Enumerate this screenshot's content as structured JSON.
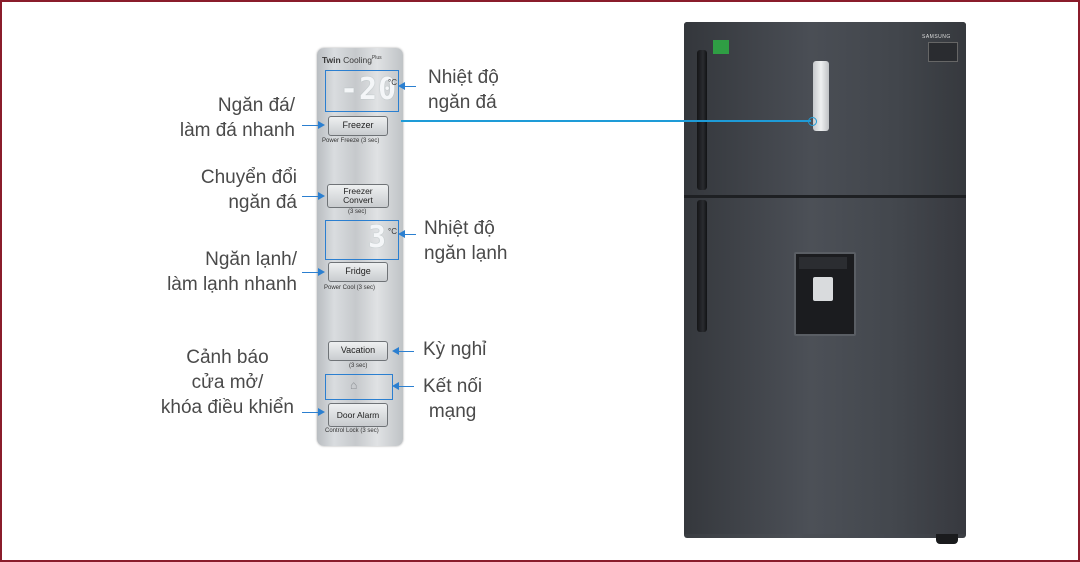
{
  "panel": {
    "brand_bold": "Twin",
    "brand_rest": " Cooling",
    "brand_sup": "Plus",
    "freezer_temp": "-20",
    "fridge_temp": "3",
    "degree": "°C",
    "buttons": {
      "freezer": "Freezer",
      "freezer_sub": "Power Freeze (3 sec)",
      "freezer_convert": "Freezer Convert",
      "freezer_convert_sub": "(3 sec)",
      "fridge": "Fridge",
      "fridge_sub": "Power Cool (3 sec)",
      "vacation": "Vacation",
      "vacation_sub": "(3 sec)",
      "door_alarm": "Door Alarm",
      "door_alarm_sub": "Control Lock (3 sec)"
    }
  },
  "labels": {
    "freezer_quick_1": "Ngăn đá/",
    "freezer_quick_2": "làm đá nhanh",
    "convert_1": "Chuyển đổi",
    "convert_2": "ngăn đá",
    "fridge_quick_1": "Ngăn lạnh/",
    "fridge_quick_2": "làm lạnh nhanh",
    "alarm_1": "Cảnh báo",
    "alarm_2": "cửa mở/",
    "alarm_3": "khóa điều khiển",
    "freezer_temp_1": "Nhiệt độ",
    "freezer_temp_2": "ngăn đá",
    "fridge_temp_1": "Nhiệt độ",
    "fridge_temp_2": "ngăn lạnh",
    "vacation": "Kỳ nghỉ",
    "network_1": "Kết nối",
    "network_2": "mạng"
  },
  "fridge": {
    "brand": "SAMSUNG",
    "icons": [
      "green-energy-label-icon",
      "wifi-icon"
    ]
  },
  "colors": {
    "accent": "#2b7fd0",
    "frame": "#8a1c2b",
    "fridge_body": "#44484e"
  }
}
